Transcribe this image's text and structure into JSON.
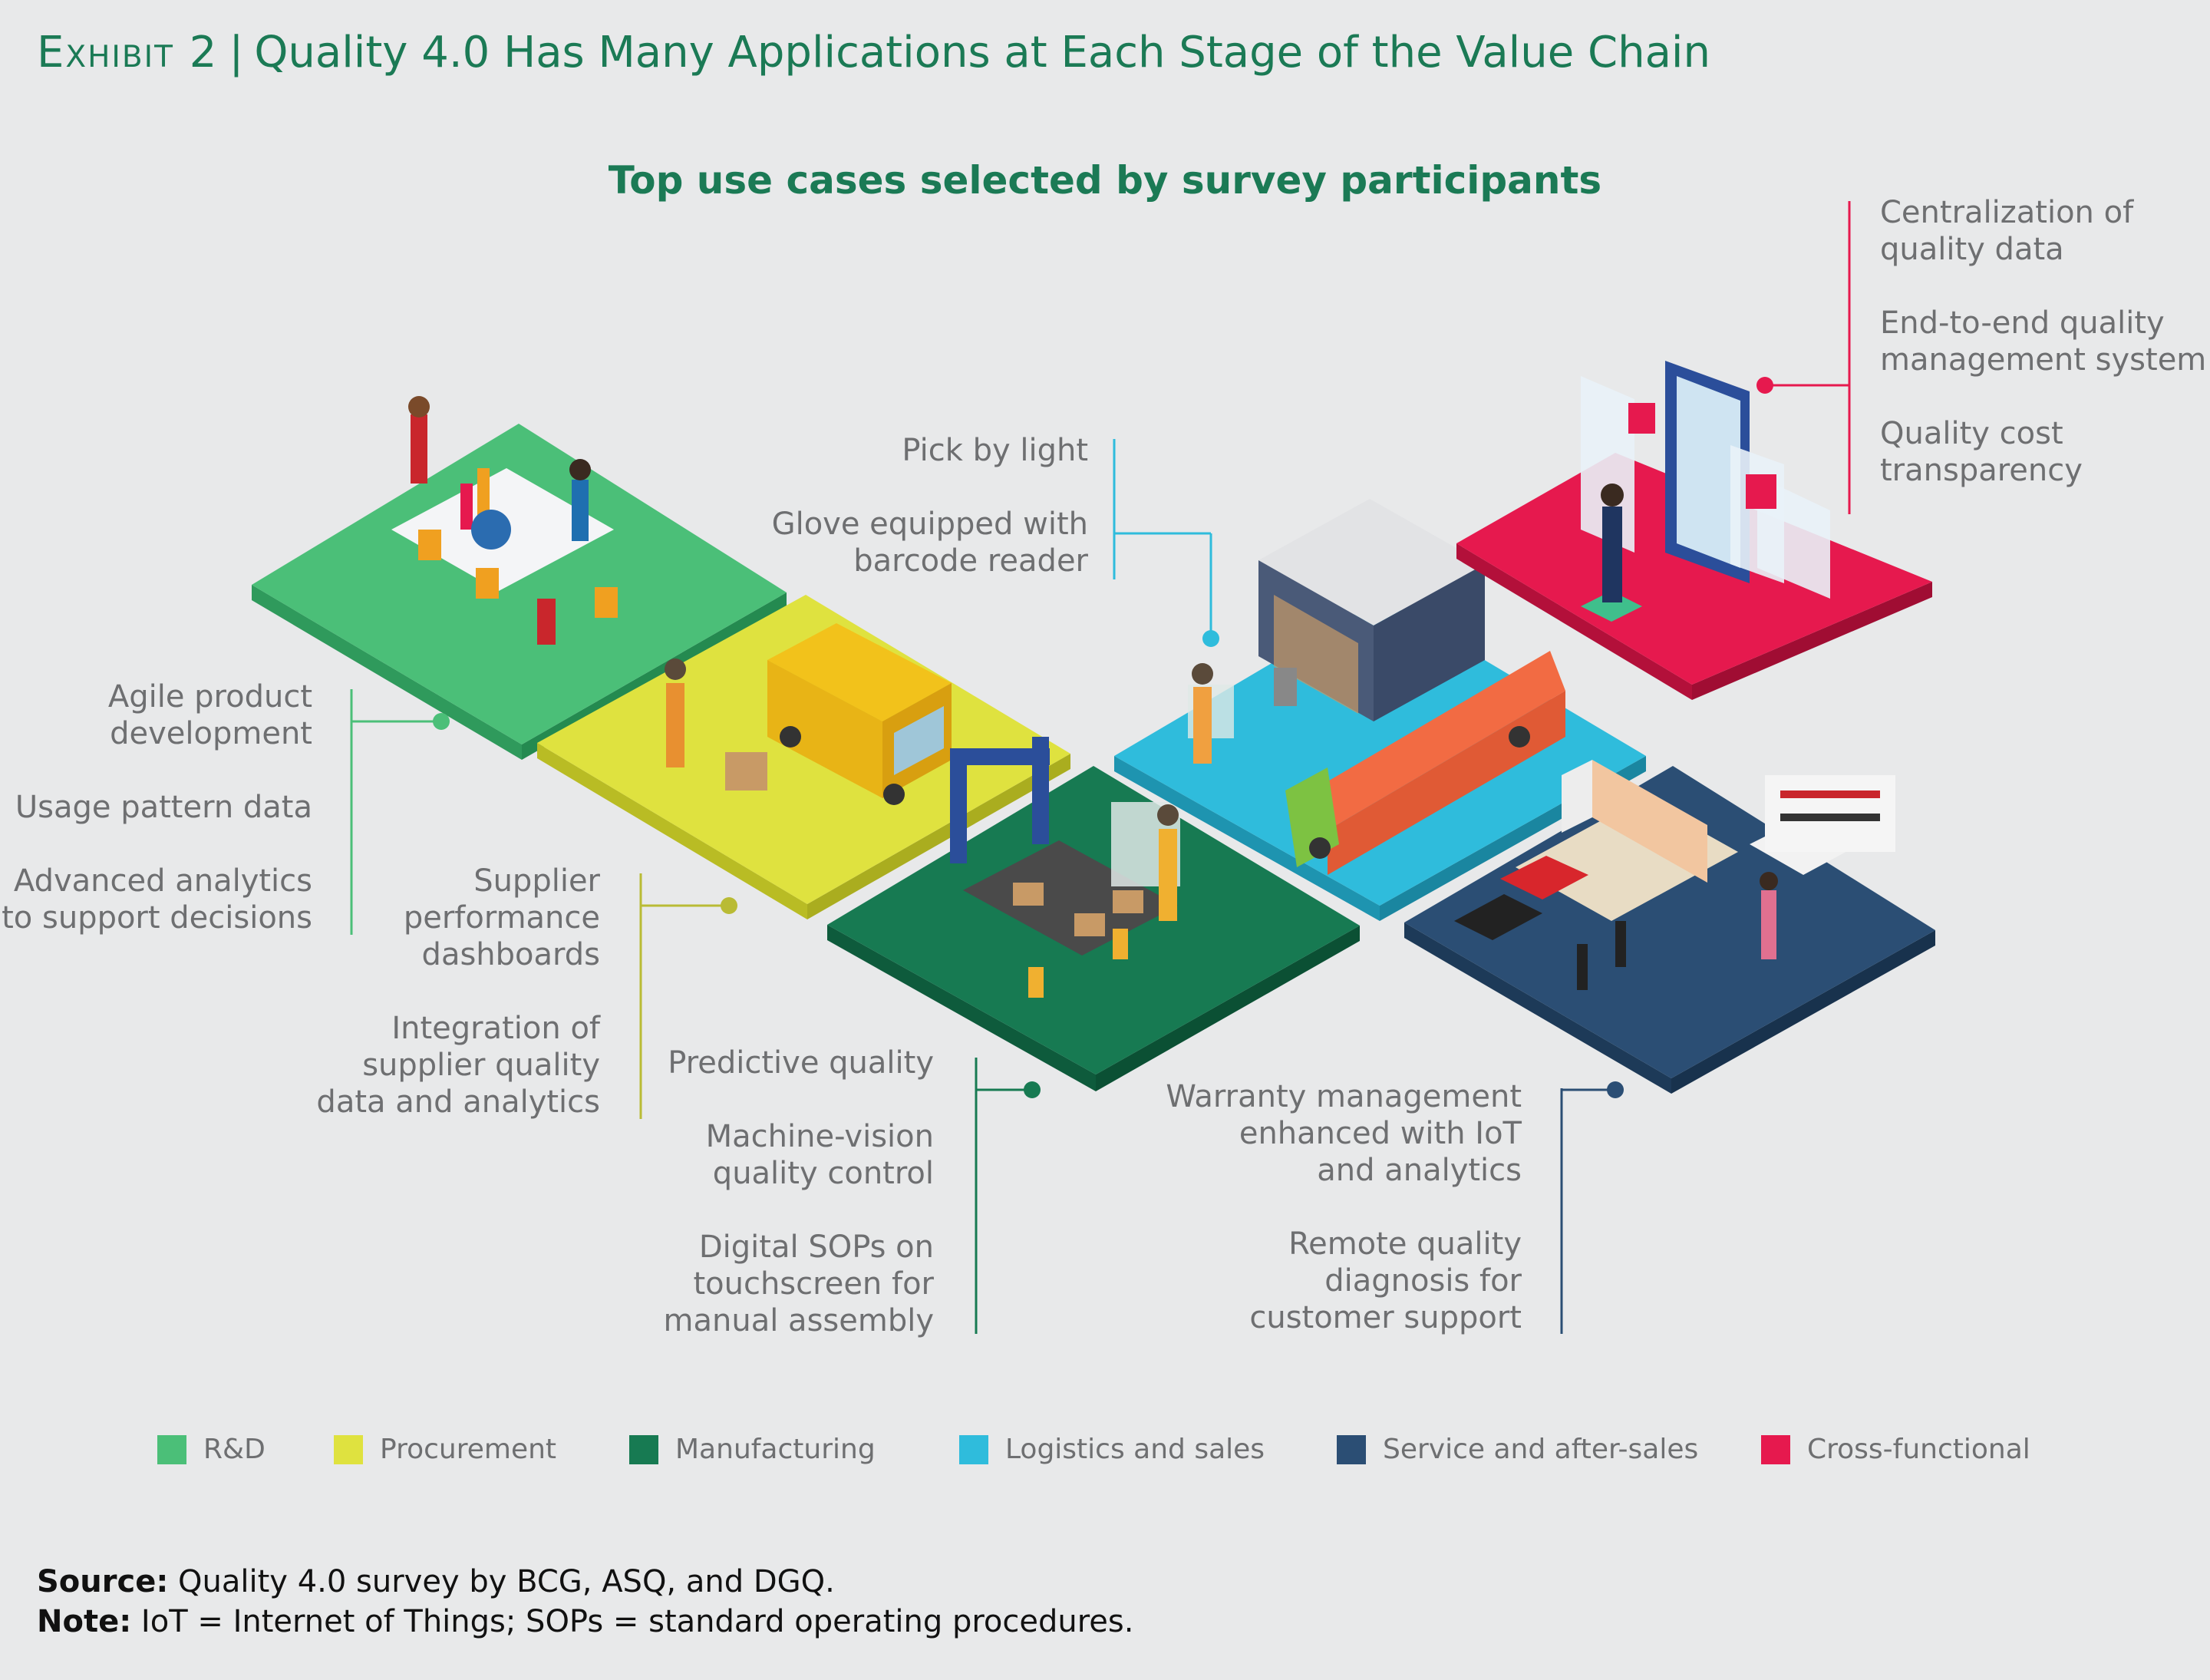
{
  "header": {
    "exhibit": "Exhibit 2",
    "title": "Quality 4.0 Has Many Applications at Each Stage of the Value Chain"
  },
  "subtitle": "Top use cases selected by survey participants",
  "stages": {
    "rnd": {
      "items": "Agile product\ndevelopment\n\nUsage pattern data\n\nAdvanced analytics\nto support decisions",
      "color": "#4bbf78"
    },
    "procurement": {
      "items": "Supplier\nperformance\ndashboards\n\nIntegration of\nsupplier quality\ndata and analytics",
      "color": "#dfe23f"
    },
    "manufacturing": {
      "items": "Predictive quality\n\nMachine-vision\nquality control\n\nDigital SOPs on\ntouchscreen for\nmanual assembly",
      "color": "#177a52"
    },
    "logistics": {
      "items": "Pick by light\n\nGlove equipped with\nbarcode reader",
      "color": "#2fbcdc"
    },
    "service": {
      "items": "Warranty management\nenhanced with IoT\nand analytics\n\nRemote quality\ndiagnosis for\ncustomer support",
      "color": "#2b4e74"
    },
    "cross": {
      "items": "Centralization of\nquality data\n\nEnd-to-end quality\nmanagement system\n\nQuality cost\ntransparency",
      "color": "#e6194e"
    }
  },
  "legend": [
    {
      "label": "R&D",
      "color": "#4bbf78"
    },
    {
      "label": "Procurement",
      "color": "#dfe23f"
    },
    {
      "label": "Manufacturing",
      "color": "#177a52"
    },
    {
      "label": "Logistics and sales",
      "color": "#2fbcdc"
    },
    {
      "label": "Service and after-sales",
      "color": "#2b4e74"
    },
    {
      "label": "Cross-functional",
      "color": "#e6194e"
    }
  ],
  "footnotes": {
    "source_label": "Source:",
    "source_text": "Quality 4.0 survey by BCG, ASQ, and DGQ.",
    "note_label": "Note:",
    "note_text": "IoT = Internet of Things; SOPs = standard operating procedures."
  }
}
